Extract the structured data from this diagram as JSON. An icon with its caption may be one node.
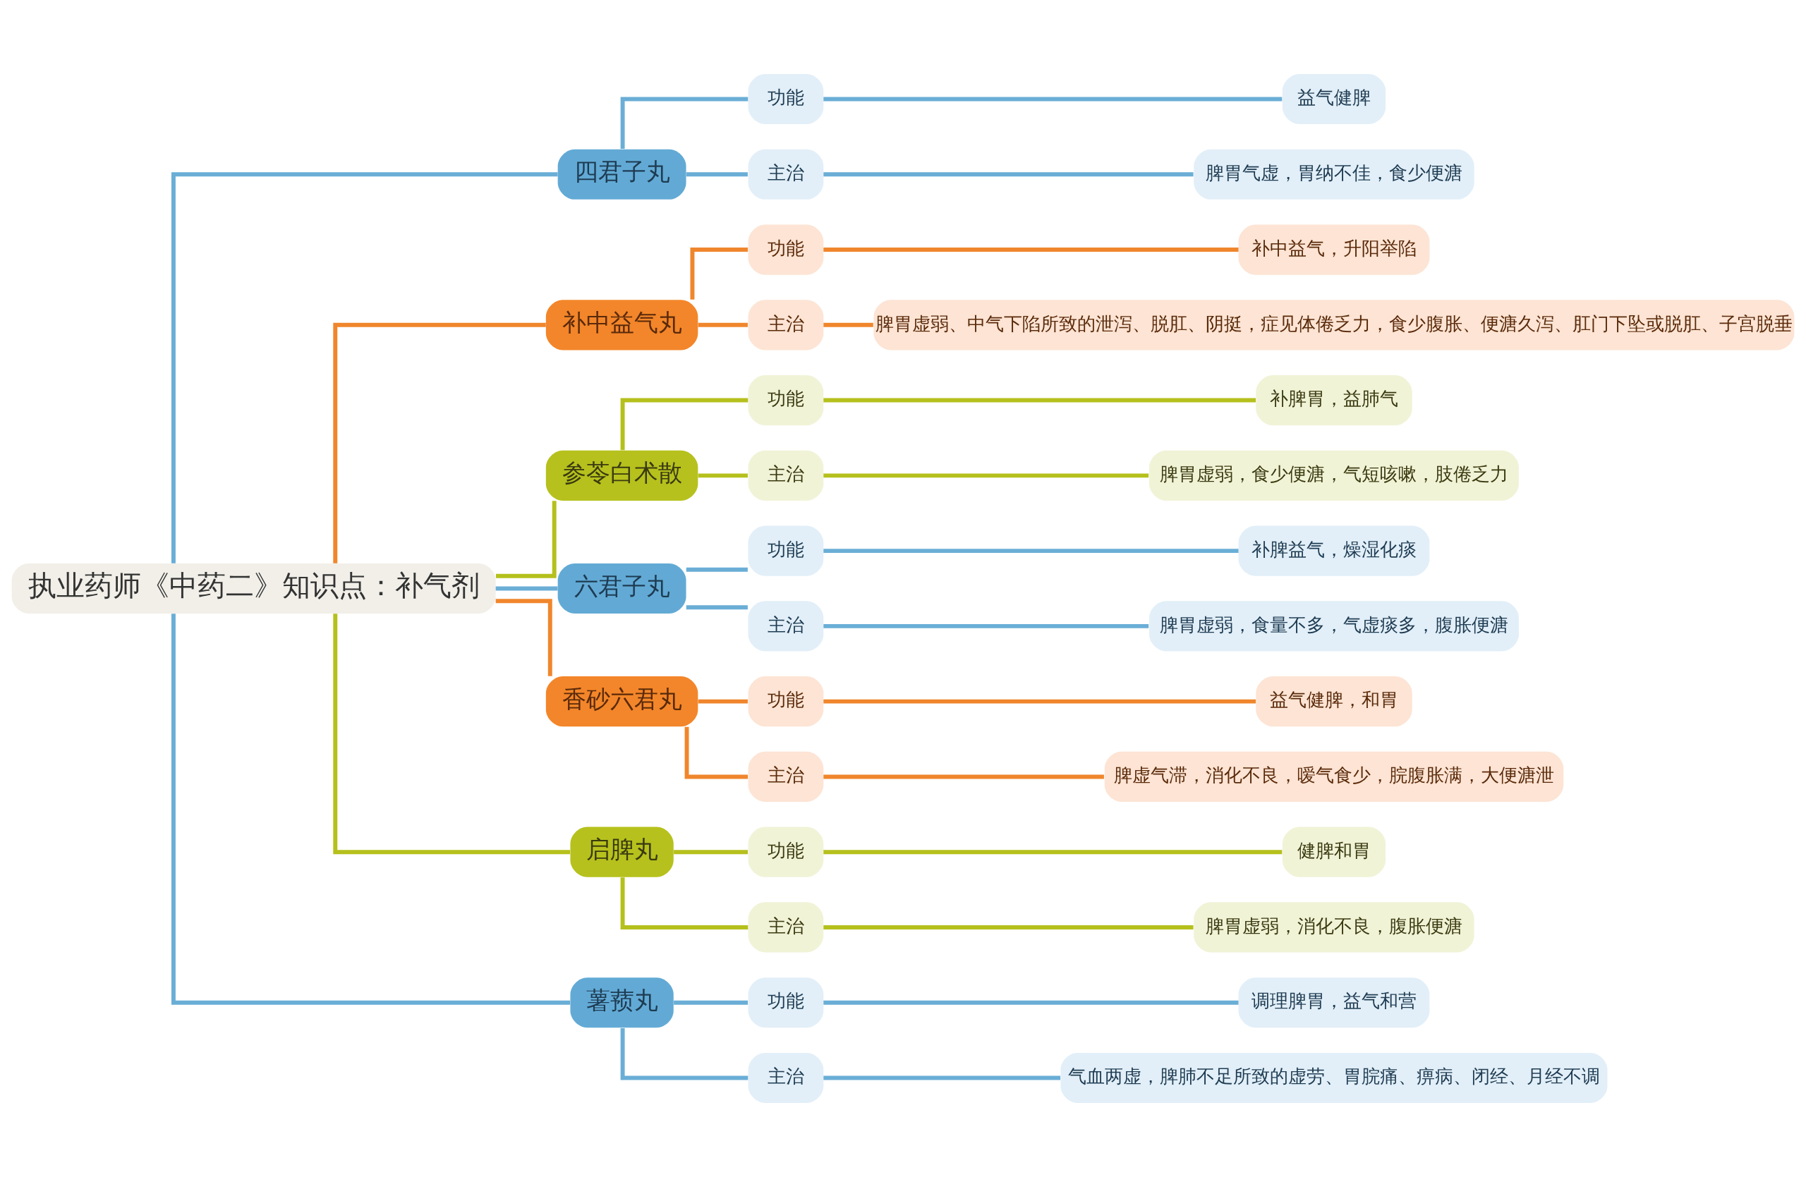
{
  "diagram": {
    "nodes": [
      {
        "text": [
          "执业药师《中药二》知识点：补气剂"
        ]
      },
      {
        "text": [
          "四君子丸"
        ]
      },
      {
        "text": [
          "功能"
        ]
      },
      {
        "text": [
          "益气健脾"
        ]
      },
      {
        "text": [
          "主治"
        ]
      },
      {
        "text": [
          "脾胃气虚，胃纳不佳，食少便溏"
        ]
      },
      {
        "text": [
          "补中益气丸"
        ]
      },
      {
        "text": [
          "功能"
        ]
      },
      {
        "text": [
          "补中益气，升阳举陷"
        ]
      },
      {
        "text": [
          "主治"
        ]
      },
      {
        "text": [
          "脾胃虚弱、中气下陷所致的泄泻、脱肛、阴挺，症见体倦乏力，食少腹胀、便溏久泻、肛门下坠或脱肛、子宫脱垂"
        ]
      },
      {
        "text": [
          "参苓白术散"
        ]
      },
      {
        "text": [
          "功能"
        ]
      },
      {
        "text": [
          "补脾胃，益肺气"
        ]
      },
      {
        "text": [
          "主治"
        ]
      },
      {
        "text": [
          "脾胃虚弱，食少便溏，气短咳嗽，肢倦乏力"
        ]
      },
      {
        "text": [
          "六君子丸"
        ]
      },
      {
        "text": [
          "功能"
        ]
      },
      {
        "text": [
          "补脾益气，燥湿化痰"
        ]
      },
      {
        "text": [
          "主治"
        ]
      },
      {
        "text": [
          "脾胃虚弱，食量不多，气虚痰多，腹胀便溏"
        ]
      },
      {
        "text": [
          "香砂六君丸"
        ]
      },
      {
        "text": [
          "功能"
        ]
      },
      {
        "text": [
          "益气健脾，和胃"
        ]
      },
      {
        "text": [
          "主治"
        ]
      },
      {
        "text": [
          "脾虚气滞，消化不良，嗳气食少，脘腹胀满，大便溏泄"
        ]
      },
      {
        "text": [
          "启脾丸"
        ]
      },
      {
        "text": [
          "功能"
        ]
      },
      {
        "text": [
          "健脾和胃"
        ]
      },
      {
        "text": [
          "主治"
        ]
      },
      {
        "text": [
          "脾胃虚弱，消化不良，腹胀便溏"
        ]
      },
      {
        "text": [
          "薯蓣丸"
        ]
      },
      {
        "text": [
          "功能"
        ]
      },
      {
        "text": [
          "调理脾胃，益气和营"
        ]
      },
      {
        "text": [
          "主治"
        ]
      },
      {
        "text": [
          "气血两虚，脾肺不足所致的虚劳、胃脘痛、痹病、闭经、月经不调"
        ]
      }
    ],
    "edges": [
      {
        "from": 0,
        "to": 1,
        "arrow": "none"
      },
      {
        "from": 1,
        "to": 2,
        "arrow": "none"
      },
      {
        "from": 2,
        "to": 3,
        "arrow": "none"
      },
      {
        "from": 1,
        "to": 4,
        "arrow": "none"
      },
      {
        "from": 4,
        "to": 5,
        "arrow": "none"
      },
      {
        "from": 0,
        "to": 6,
        "arrow": "none",
        "color": "#f0862c"
      },
      {
        "from": 6,
        "to": 7,
        "arrow": "none",
        "color": "#f0862c"
      },
      {
        "from": 7,
        "to": 8,
        "arrow": "none",
        "color": "#f0862c"
      },
      {
        "from": 6,
        "to": 9,
        "arrow": "none",
        "color": "#f0862c"
      },
      {
        "from": 9,
        "to": 10,
        "arrow": "none",
        "color": "#f0862c"
      },
      {
        "from": 0,
        "to": 11,
        "arrow": "none",
        "color": "#b5c01c"
      },
      {
        "from": 11,
        "to": 12,
        "arrow": "none",
        "color": "#b5c01c"
      },
      {
        "from": 12,
        "to": 13,
        "arrow": "none",
        "color": "#b5c01c"
      },
      {
        "from": 11,
        "to": 14,
        "arrow": "none",
        "color": "#b5c01c"
      },
      {
        "from": 14,
        "to": 15,
        "arrow": "none",
        "color": "#b5c01c"
      },
      {
        "from": 0,
        "to": 16,
        "arrow": "none"
      },
      {
        "from": 16,
        "to": 17,
        "arrow": "none"
      },
      {
        "from": 17,
        "to": 18,
        "arrow": "none"
      },
      {
        "from": 16,
        "to": 19,
        "arrow": "none"
      },
      {
        "from": 19,
        "to": 20,
        "arrow": "none"
      },
      {
        "from": 0,
        "to": 21,
        "arrow": "none",
        "color": "#f0862c"
      },
      {
        "from": 21,
        "to": 22,
        "arrow": "none",
        "color": "#f0862c"
      },
      {
        "from": 22,
        "to": 23,
        "arrow": "none",
        "color": "#f0862c"
      },
      {
        "from": 21,
        "to": 24,
        "arrow": "none",
        "color": "#f0862c"
      },
      {
        "from": 24,
        "to": 25,
        "arrow": "none",
        "color": "#f0862c"
      },
      {
        "from": 0,
        "to": 26,
        "arrow": "none",
        "color": "#b5c01c"
      },
      {
        "from": 26,
        "to": 27,
        "arrow": "none",
        "color": "#b5c01c"
      },
      {
        "from": 27,
        "to": 28,
        "arrow": "none",
        "color": "#b5c01c"
      },
      {
        "from": 26,
        "to": 29,
        "arrow": "none",
        "color": "#b5c01c"
      },
      {
        "from": 29,
        "to": 30,
        "arrow": "none",
        "color": "#b5c01c"
      },
      {
        "from": 0,
        "to": 31,
        "arrow": "none"
      },
      {
        "from": 31,
        "to": 32,
        "arrow": "none"
      },
      {
        "from": 32,
        "to": 33,
        "arrow": "none"
      },
      {
        "from": 31,
        "to": 34,
        "arrow": "none"
      },
      {
        "from": 34,
        "to": 35,
        "arrow": "none"
      }
    ]
  }
}
